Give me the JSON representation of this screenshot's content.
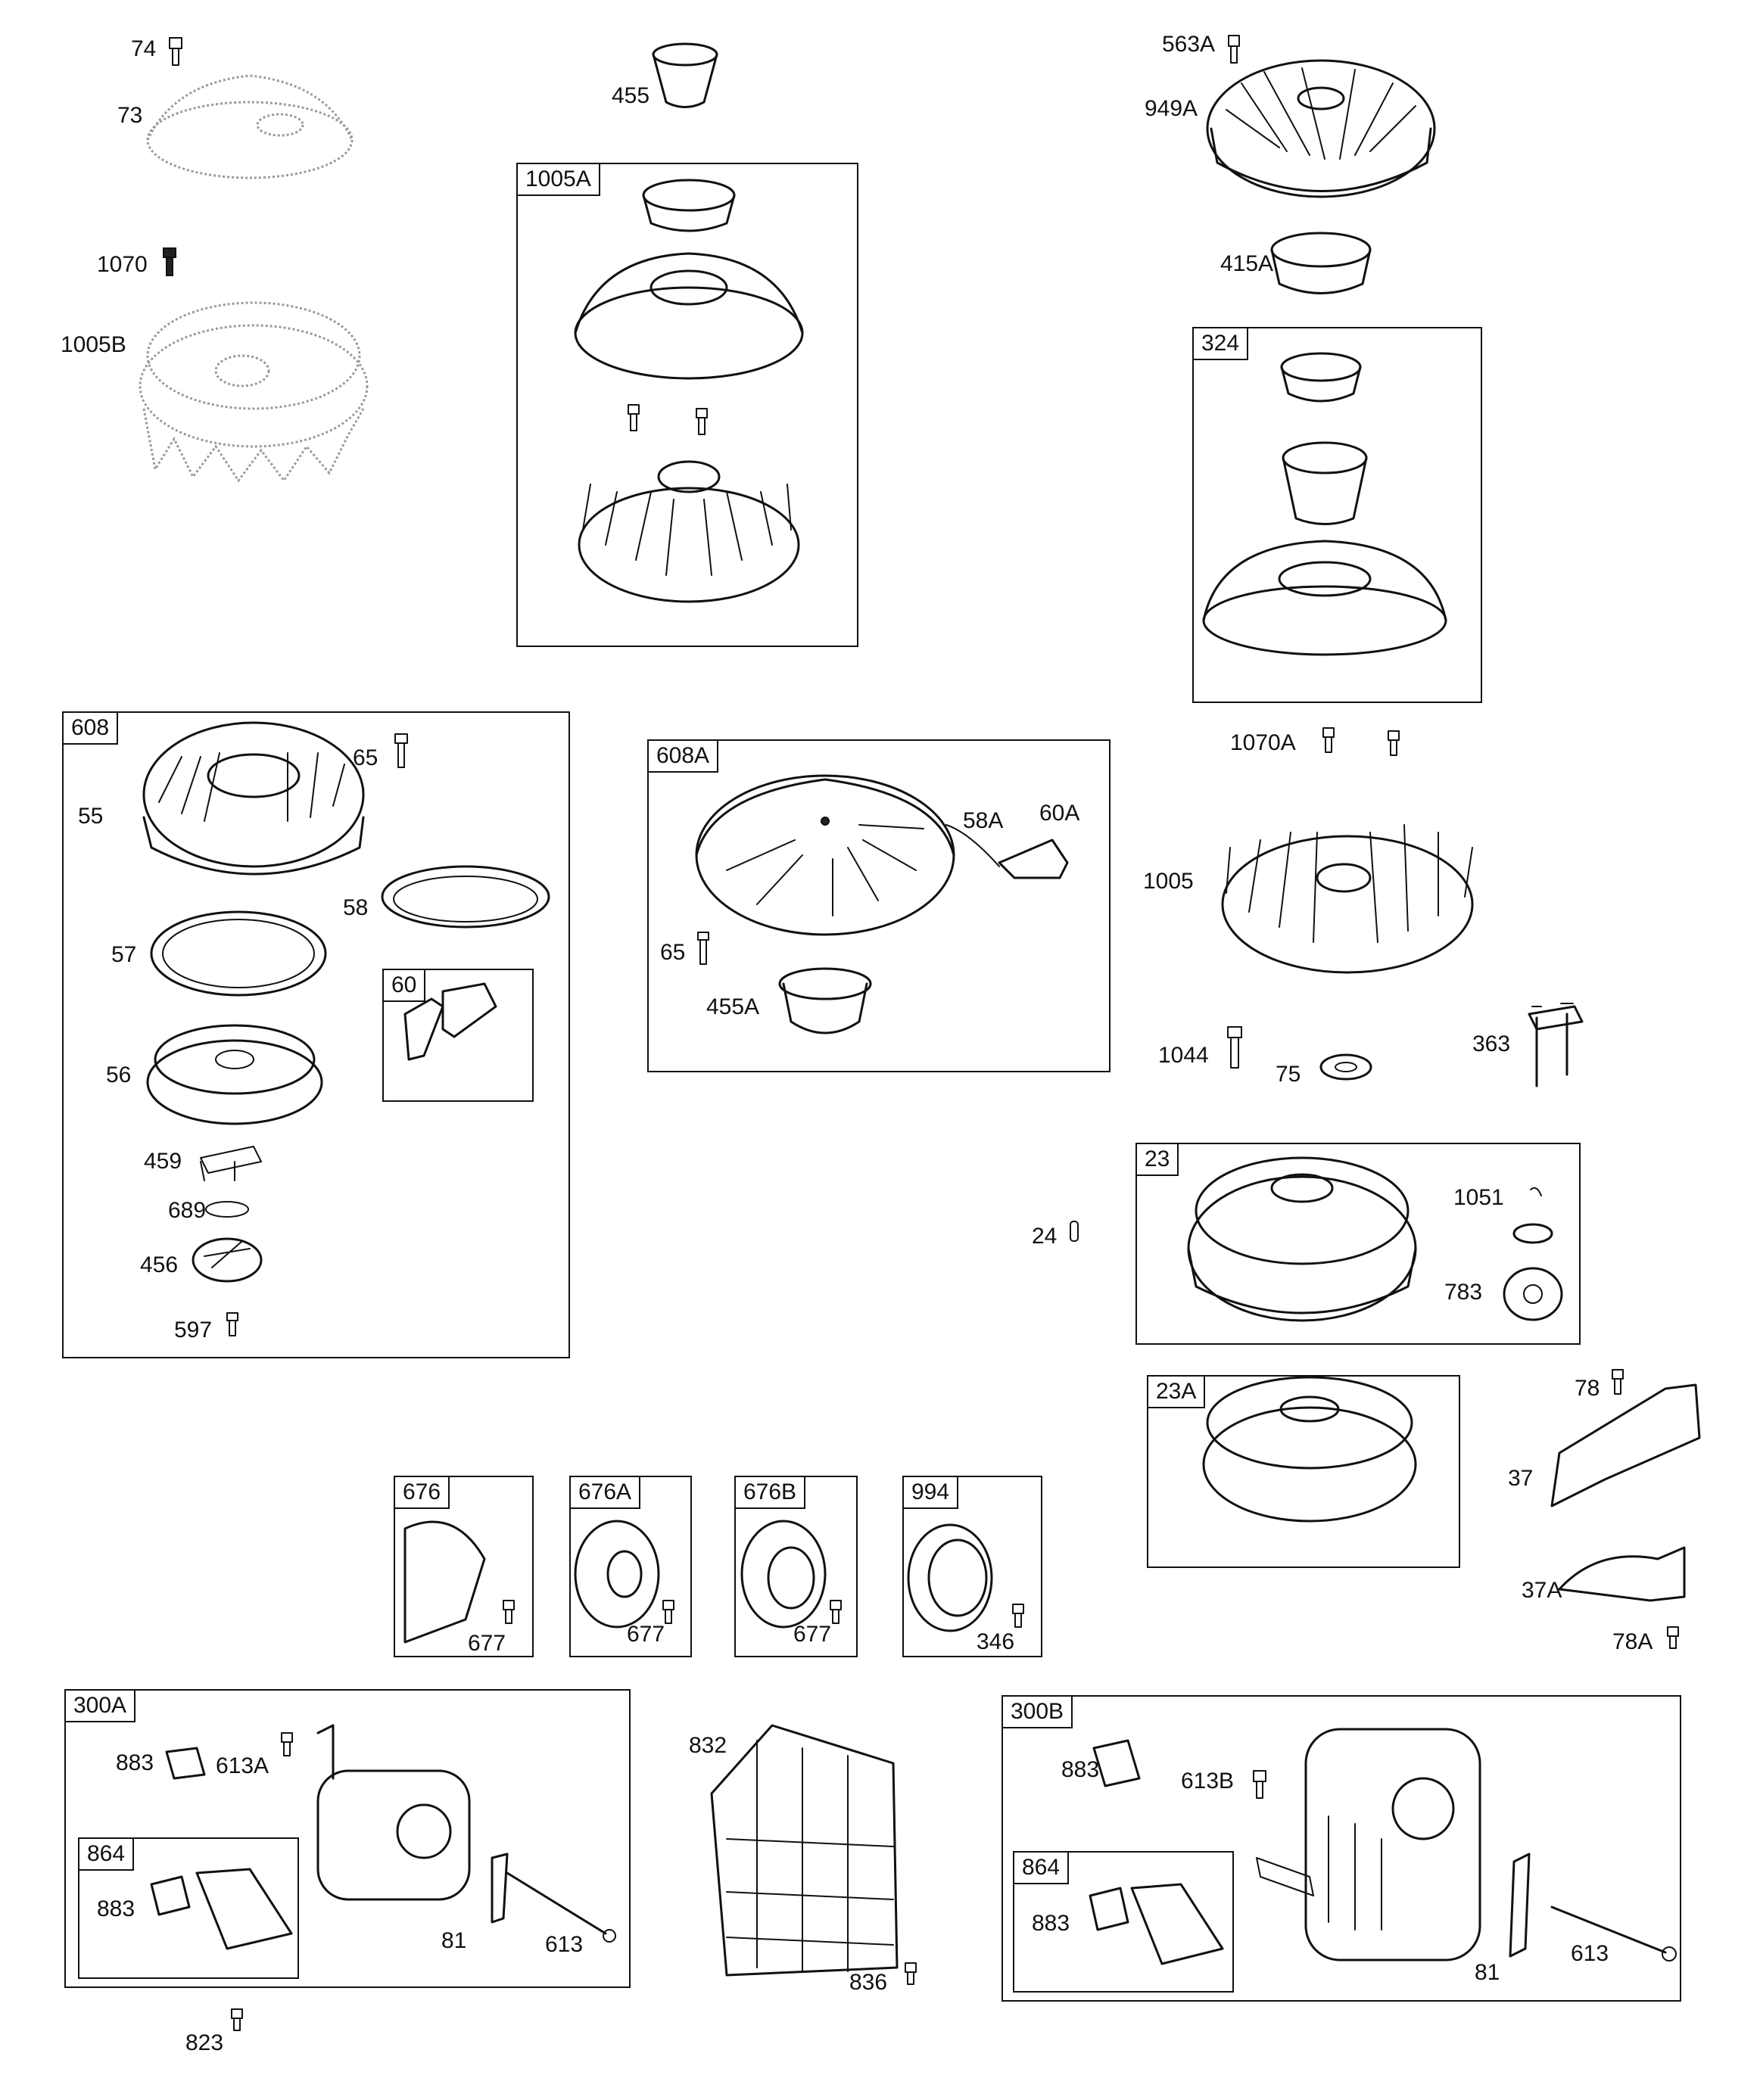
{
  "labels": {
    "l74": "74",
    "l73": "73",
    "l1070": "1070",
    "l1005B": "1005B",
    "l455": "455",
    "l563A": "563A",
    "l949A": "949A",
    "l415A": "415A",
    "l1070A": "1070A",
    "l1005": "1005",
    "l1044": "1044",
    "l75": "75",
    "l363": "363",
    "l65a": "65",
    "l55": "55",
    "l58": "58",
    "l57": "57",
    "l56": "56",
    "l459": "459",
    "l689": "689",
    "l456": "456",
    "l597": "597",
    "l58A": "58A",
    "l60A": "60A",
    "l65b": "65",
    "l455A": "455A",
    "l24": "24",
    "l1051": "1051",
    "l783": "783",
    "l78": "78",
    "l37": "37",
    "l37A": "37A",
    "l78A": "78A",
    "l677a": "677",
    "l677b": "677",
    "l677c": "677",
    "l346": "346",
    "l883a": "883",
    "l613Aa": "613A",
    "l883b": "883",
    "l81a": "81",
    "l613a": "613",
    "l823": "823",
    "l832": "832",
    "l836": "836",
    "l883c": "883",
    "l613B": "613B",
    "l883d": "883",
    "l81b": "81",
    "l613b": "613"
  },
  "boxes": {
    "b1005A": "1005A",
    "b324": "324",
    "b608": "608",
    "b60": "60",
    "b608A": "608A",
    "b23": "23",
    "b23A": "23A",
    "b676": "676",
    "b676A": "676A",
    "b676B": "676B",
    "b994": "994",
    "b300A": "300A",
    "b864a": "864",
    "b832": "",
    "b300B": "300B",
    "b864b": "864"
  }
}
